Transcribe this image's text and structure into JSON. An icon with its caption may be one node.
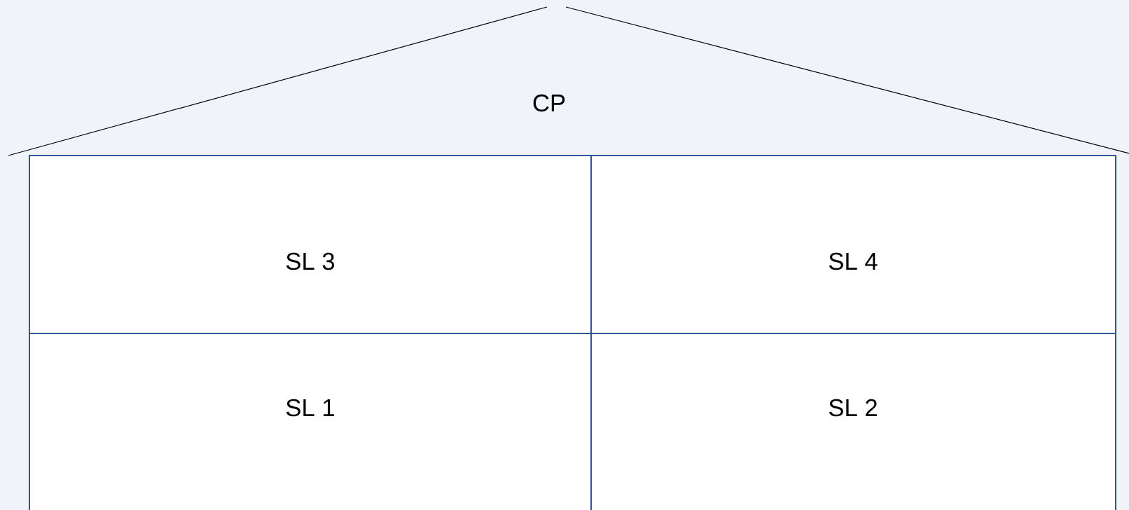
{
  "diagram": {
    "nodes": [
      {
        "text": [
          "CP"
        ]
      },
      {
        "text": [
          "SL 3"
        ]
      },
      {
        "text": [
          "SL 4"
        ]
      },
      {
        "text": [
          "SL 1"
        ]
      },
      {
        "text": [
          "SL 2"
        ]
      }
    ]
  }
}
